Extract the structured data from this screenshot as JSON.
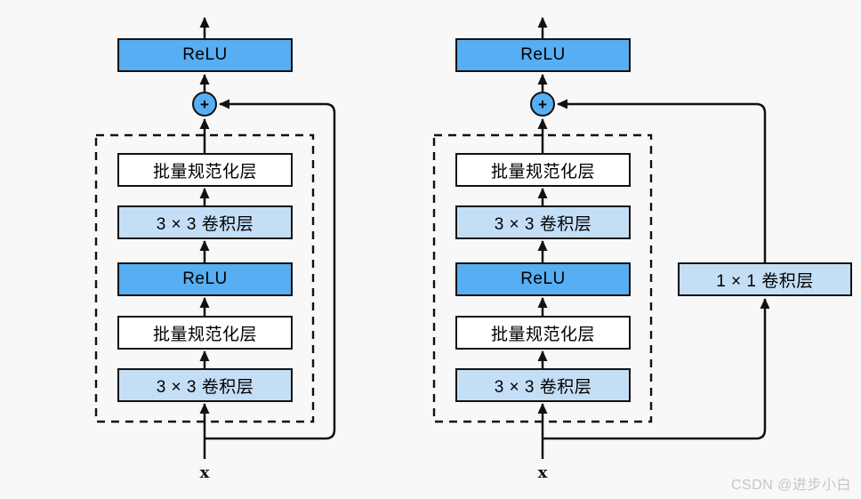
{
  "diagrams": [
    {
      "name": "residual-block-plain",
      "output_activation": "ReLU",
      "add_operator": "+",
      "layers_top_to_bottom": [
        {
          "label": "批量规范化层",
          "style": "white"
        },
        {
          "label": "3 × 3 卷积层",
          "style": "light"
        },
        {
          "label": "ReLU",
          "style": "bright"
        },
        {
          "label": "批量规范化层",
          "style": "white"
        },
        {
          "label": "3 × 3 卷积层",
          "style": "light"
        }
      ],
      "input_label": "x"
    },
    {
      "name": "residual-block-with-1x1-conv",
      "output_activation": "ReLU",
      "add_operator": "+",
      "layers_top_to_bottom": [
        {
          "label": "批量规范化层",
          "style": "white"
        },
        {
          "label": "3 × 3 卷积层",
          "style": "light"
        },
        {
          "label": "ReLU",
          "style": "bright"
        },
        {
          "label": "批量规范化层",
          "style": "white"
        },
        {
          "label": "3 × 3 卷积层",
          "style": "light"
        }
      ],
      "shortcut_layer": {
        "label": "1 × 1 卷积层",
        "style": "light"
      },
      "input_label": "x"
    }
  ],
  "watermark": "CSDN @进步小白",
  "colors": {
    "background": "#f8f8f8",
    "box_bright_blue": "#57aef2",
    "box_light_blue": "#c4def6",
    "box_white": "#ffffff",
    "stroke": "#111111",
    "watermark_gray": "#c6c6c6"
  }
}
